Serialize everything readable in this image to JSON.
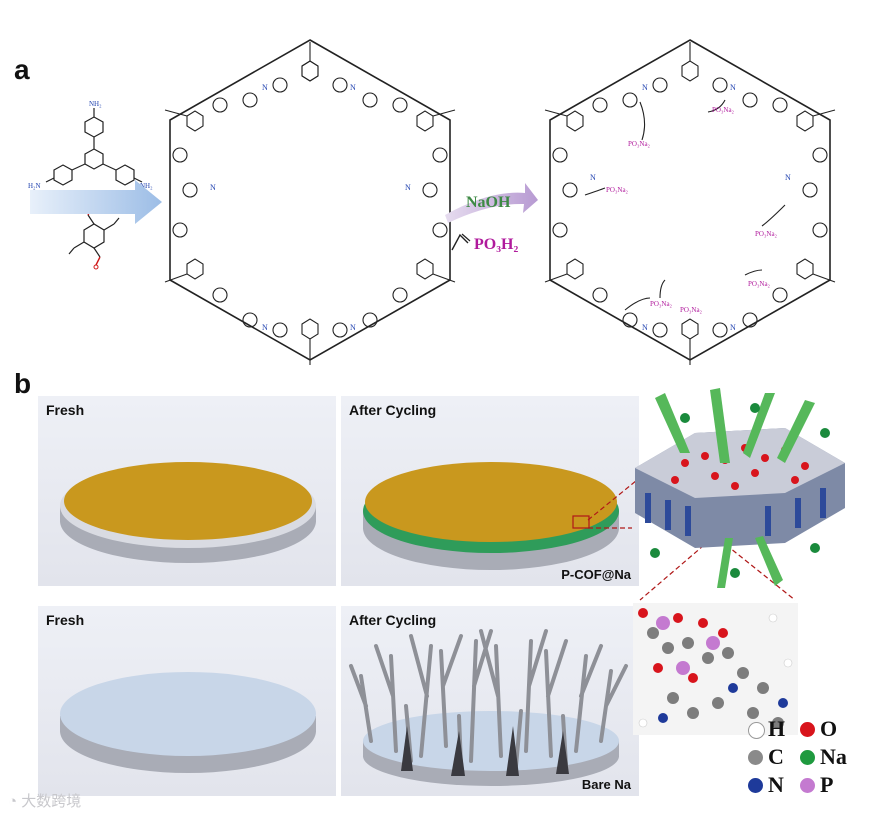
{
  "panel_a": {
    "label": "a",
    "amine_nh2_top": "NH₂",
    "amine_h2n_left": "H₂N",
    "amine_nh2_right": "NH₂",
    "reagent_base": "NaOH",
    "reagent_acid": "PO₃H₂",
    "pendant_labels": [
      "PO₃Na₂",
      "PO₃Na₂",
      "PO₃Na₂",
      "PO₃Na₂",
      "PO₃Na₂",
      "PO₃Na₂",
      "PO₃Na₂"
    ]
  },
  "panel_b": {
    "label": "b",
    "tiles": [
      {
        "title": "Fresh",
        "sub": ""
      },
      {
        "title": "After Cycling",
        "sub": "P-COF@Na"
      },
      {
        "title": "Fresh",
        "sub": ""
      },
      {
        "title": "After Cycling",
        "sub": "Bare Na"
      }
    ],
    "legend": [
      {
        "symbol": "H",
        "color": "#ffffff"
      },
      {
        "symbol": "O",
        "color": "#d8141c"
      },
      {
        "symbol": "C",
        "color": "#8a8a8a"
      },
      {
        "symbol": "Na",
        "color": "#1f9a3f"
      },
      {
        "symbol": "N",
        "color": "#1e3a9a"
      },
      {
        "symbol": "P",
        "color": "#c47ad0"
      }
    ]
  },
  "watermark": "大数跨境",
  "colors": {
    "arrow_blue": "#aac6ea",
    "pcof_gold": "#c9981e",
    "sei_green": "#2f9c5a",
    "bare_na": "#c8d6e8",
    "amine_blue": "#1d3fae",
    "aldehyde_red": "#d01818",
    "phos_magenta": "#b01a9c",
    "naoh_green": "#3e8a45"
  }
}
